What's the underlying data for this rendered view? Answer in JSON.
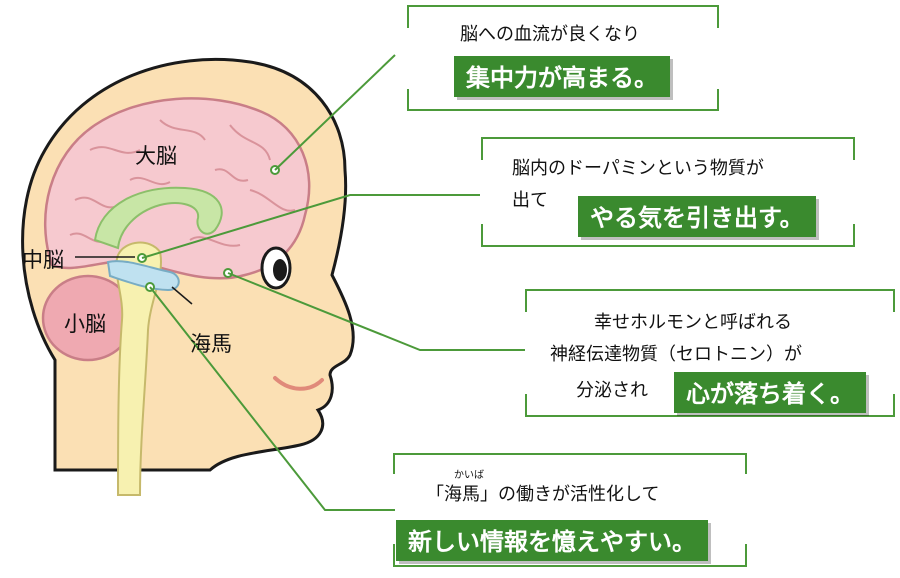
{
  "labels": {
    "cerebrum": "大脳",
    "midbrain": "中脳",
    "cerebellum": "小脳",
    "hippocampus": "海馬"
  },
  "callouts": [
    {
      "line1": "脳への血流が良くなり",
      "highlight": "集中力が高まる。"
    },
    {
      "line1": "脳内のドーパミンという物質が",
      "line2": "出て",
      "highlight": "やる気を引き出す。"
    },
    {
      "line1": "幸せホルモンと呼ばれる",
      "line2": "神経伝達物質（セロトニン）が",
      "line3": "分泌され",
      "highlight": "心が落ち着く。"
    },
    {
      "ruby": "かいば",
      "line1": "「海馬」の働きが活性化して",
      "highlight": "新しい情報を憶えやすい。"
    }
  ],
  "colors": {
    "skin": "#fbe0b4",
    "skin_outline": "#1a1a1a",
    "cerebrum": "#f6c9cf",
    "cerebellum": "#efa9b1",
    "limbic": "#c8e6a6",
    "hippocampus": "#bfe1f0",
    "brainstem": "#f7f1b0",
    "accent_green": "#3a8a2e",
    "leader_line": "#4c9a3a"
  }
}
